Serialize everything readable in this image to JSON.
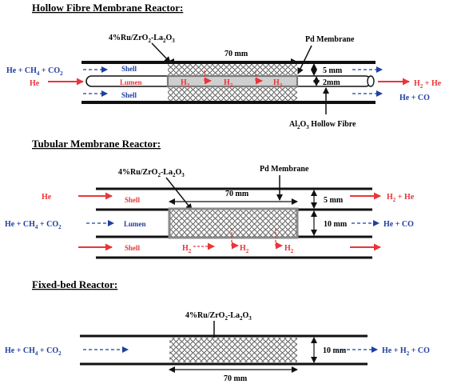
{
  "colors": {
    "blue": "#1f3fa0",
    "red": "#e8363a",
    "black": "#111111",
    "grey": "#8a8a8a"
  },
  "hollow": {
    "title": "Hollow Fibre Membrane Reactor:",
    "catalyst": [
      "4%Ru/ZrO",
      "2",
      "-La",
      "2",
      "O",
      "3"
    ],
    "membrane": "Pd Membrane",
    "length": "70 mm",
    "shell_top": "Shell",
    "lumen": "Lumen",
    "shell_bottom": "Shell",
    "gap": "5 mm",
    "diameter": "2mm",
    "fibre": [
      "Al",
      "2",
      "O",
      "3",
      " Hollow Fibre"
    ],
    "feed": [
      "He + CH",
      "4",
      " + CO",
      "2"
    ],
    "sweep": "He",
    "out_lumen": [
      "H",
      "2",
      " + He"
    ],
    "out_shell": "He + CO",
    "h2": [
      "H",
      "2"
    ]
  },
  "tubular": {
    "title": "Tubular Membrane Reactor:",
    "catalyst": [
      "4%Ru/ZrO",
      "2",
      "-La",
      "2",
      "O",
      "3"
    ],
    "membrane": "Pd Membrane",
    "length": "70 mm",
    "shell_top": "Shell",
    "lumen": "Lumen",
    "shell_bottom": "Shell",
    "gap": "5 mm",
    "height": "10 mm",
    "sweep": "He",
    "feed": [
      "He + CH",
      "4",
      " + CO",
      "2"
    ],
    "out_shell": [
      "H",
      "2",
      " + He"
    ],
    "out_lumen": "He + CO",
    "h2": [
      "H",
      "2"
    ]
  },
  "fixed": {
    "title": "Fixed-bed Reactor:",
    "catalyst": [
      "4%Ru/ZrO",
      "2",
      "-La",
      "2",
      "O",
      "3"
    ],
    "height": "10 mm",
    "length": "70 mm",
    "feed": [
      "He + CH",
      "4",
      " + CO",
      "2"
    ],
    "out": [
      "He + H",
      "2",
      " + CO"
    ]
  }
}
